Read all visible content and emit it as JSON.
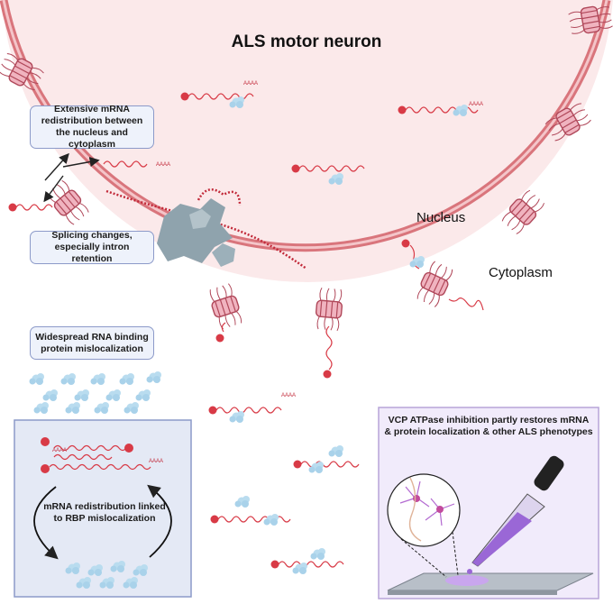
{
  "diagram": {
    "title": "ALS motor neuron",
    "compartments": {
      "nucleus": "Nucleus",
      "cytoplasm": "Cytoplasm"
    },
    "callouts": [
      "Extensive mRNA redistribution between the nucleus and cytoplasm",
      "Splicing changes, especially intron retention",
      "Widespread RNA binding protein mislocalization"
    ],
    "panels": {
      "left": "mRNA redistribution linked to RBP mislocalization",
      "right": "VCP ATPase inhibition partly restores mRNA & protein localization & other ALS phenotypes"
    },
    "poly_a_tail": "AAAA",
    "colors": {
      "nucleus_fill": "#fbe9ea",
      "membrane": "#d9757c",
      "mrna": "#d83a46",
      "rbp": "#b9dcef",
      "left_panel": "#e4e9f5",
      "right_panel": "#f1ebfb",
      "drug": "#9a67d6"
    }
  }
}
